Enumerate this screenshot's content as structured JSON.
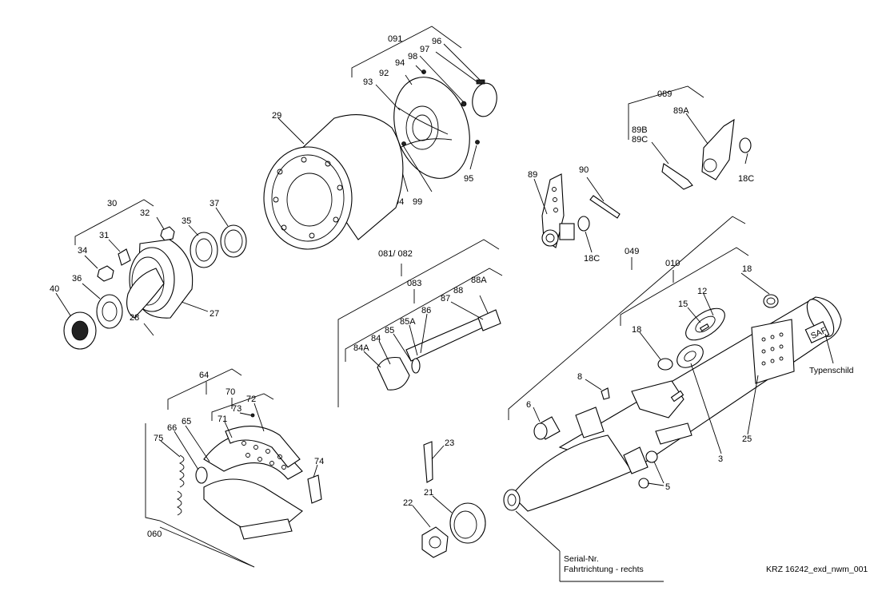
{
  "labels": {
    "g091": "091",
    "p97": "97",
    "p96": "96",
    "p98": "98",
    "p94a": "94",
    "p92": "92",
    "p93": "93",
    "p29": "29",
    "p94b": "94",
    "p99": "99",
    "p95": "95",
    "g089": "089",
    "p89a_top": "89A",
    "p89b": "89B",
    "p89c": "89C",
    "p18c_r": "18C",
    "p89": "89",
    "p90": "90",
    "p18c_m": "18C",
    "g30": "30",
    "p32": "32",
    "p35": "35",
    "p37": "37",
    "p31": "31",
    "p34": "34",
    "p36": "36",
    "p40": "40",
    "p28": "28",
    "p27": "27",
    "g081": "081/  082",
    "g083": "083",
    "p88": "88",
    "p88a": "88A",
    "p87": "87",
    "p86": "86",
    "p85a": "85A",
    "p85": "85",
    "p84": "84",
    "p84a": "84A",
    "g049": "049",
    "g010": "010",
    "p18a": "18",
    "p12": "12",
    "p15": "15",
    "p18b": "18",
    "p8": "8",
    "p6": "6",
    "p3": "3",
    "p25": "25",
    "p5": "5",
    "g64": "64",
    "p70": "70",
    "p72": "72",
    "p73": "73",
    "p71": "71",
    "p65": "65",
    "p66": "66",
    "p75": "75",
    "p74": "74",
    "g060": "060",
    "p23": "23",
    "p21": "21",
    "p22": "22"
  },
  "annotations": {
    "typenschild": "Typenschild",
    "saf_plate": "SAF",
    "serial_line1": "Serial-Nr.",
    "serial_line2": "Fahrtrichtung - rechts"
  },
  "drawing_id": "KRZ 16242_exd_nwm_001"
}
